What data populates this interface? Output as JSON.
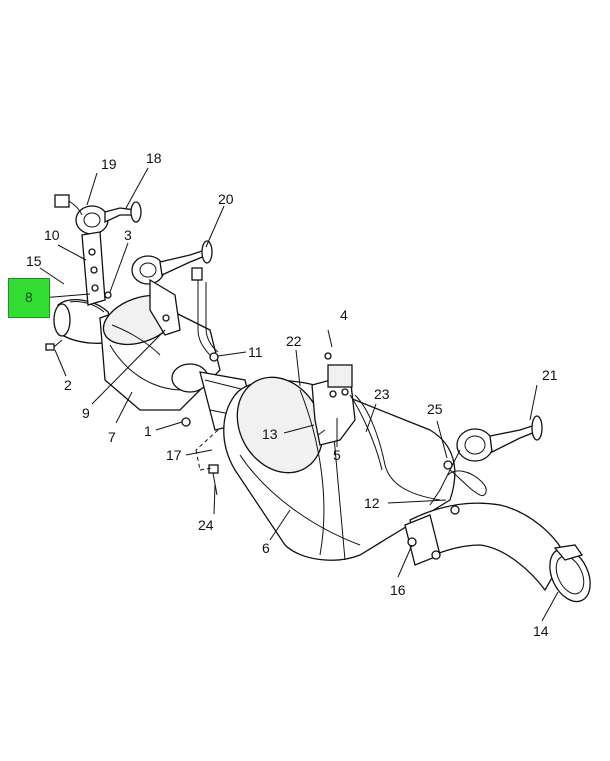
{
  "highlight": {
    "label": "8",
    "color": "#33dd33"
  },
  "callouts": {
    "c1": "1",
    "c2": "2",
    "c3": "3",
    "c4": "4",
    "c5": "5",
    "c6": "6",
    "c7": "7",
    "c9": "9",
    "c10": "10",
    "c11": "11",
    "c12": "12",
    "c13": "13",
    "c14": "14",
    "c15": "15",
    "c16": "16",
    "c17": "17",
    "c18": "18",
    "c19": "19",
    "c20": "20",
    "c21": "21",
    "c22": "22",
    "c23": "23",
    "c24": "24",
    "c25": "25"
  }
}
